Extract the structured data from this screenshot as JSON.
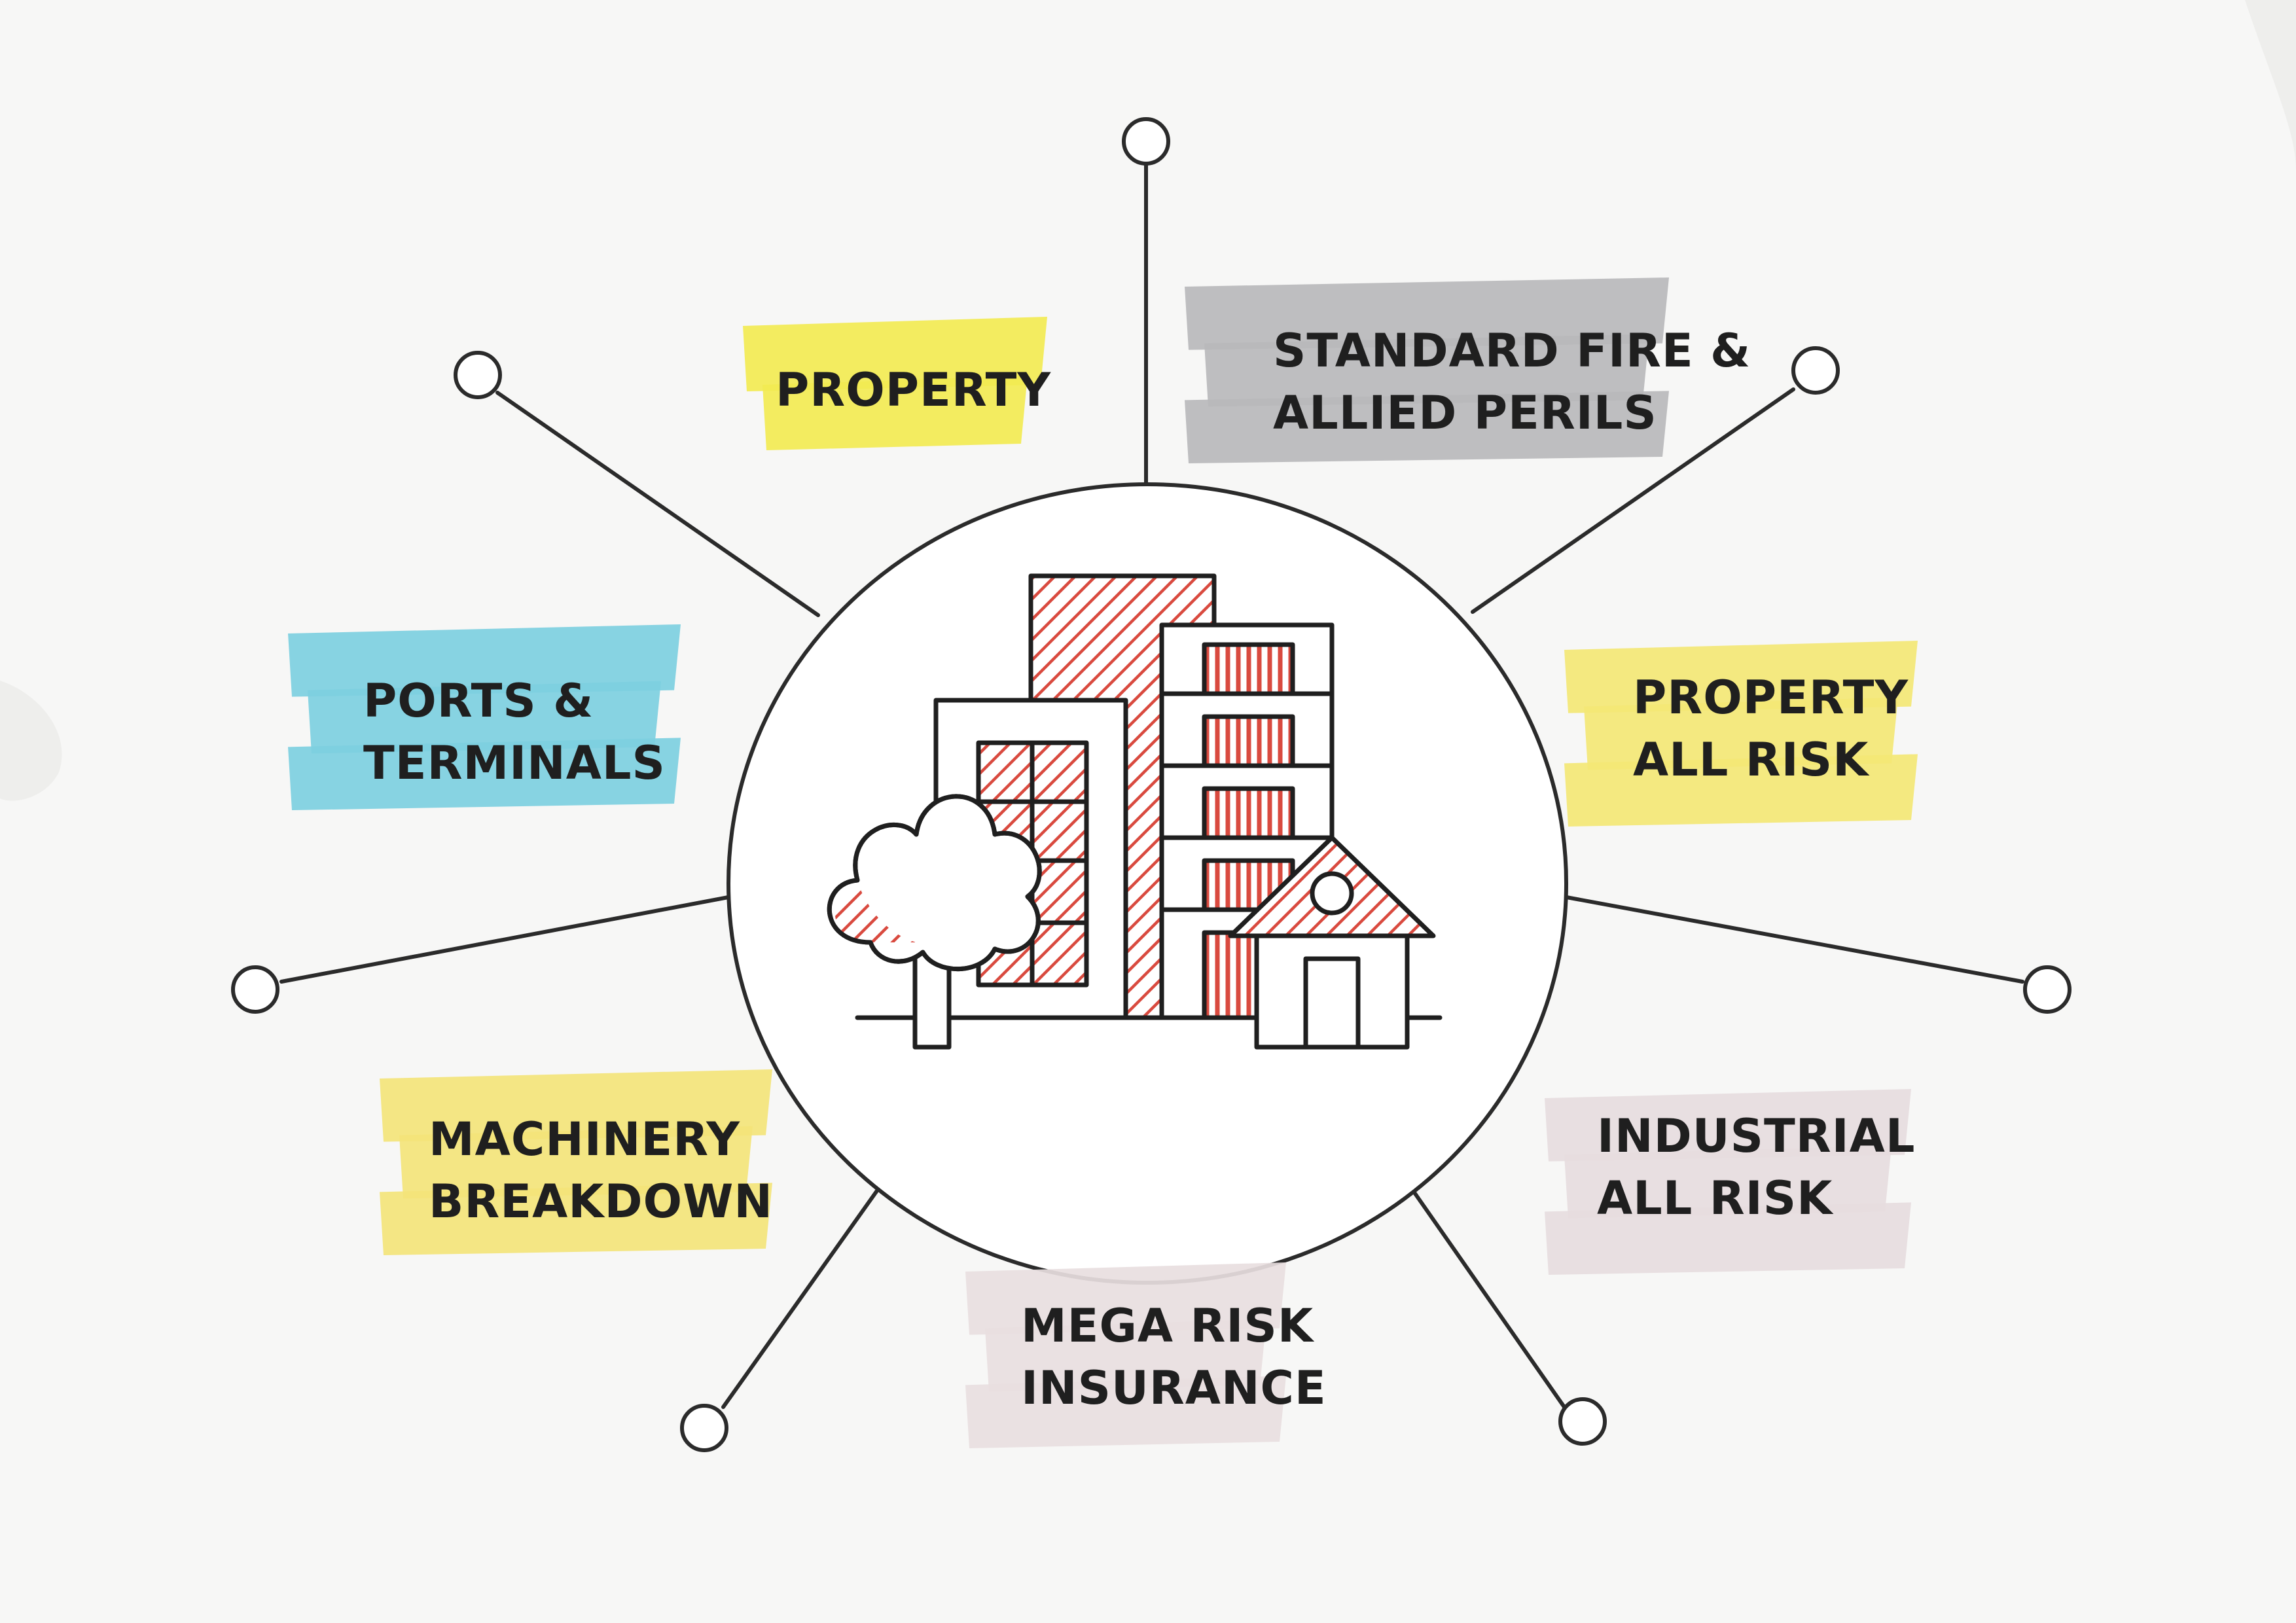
{
  "diagram": {
    "labels": [
      {
        "id": "property",
        "lines": [
          "PROPERTY"
        ],
        "color": "#f2ea52"
      },
      {
        "id": "standard-fire",
        "lines": [
          "STANDARD FIRE &",
          "ALLIED PERILS"
        ],
        "color": "#b9b9bb"
      },
      {
        "id": "ports-terminals",
        "lines": [
          "PORTS &",
          "TERMINALS"
        ],
        "color": "#7dcfdf"
      },
      {
        "id": "property-all-risk",
        "lines": [
          "PROPERTY",
          "ALL RISK"
        ],
        "color": "#f3e775"
      },
      {
        "id": "machinery-breakdown",
        "lines": [
          "MACHINERY",
          "BREAKDOWN"
        ],
        "color": "#f3e47a"
      },
      {
        "id": "industrial-all-risk",
        "lines": [
          "INDUSTRIAL",
          "ALL RISK"
        ],
        "color": "#e6dcde"
      },
      {
        "id": "mega-risk",
        "lines": [
          "MEGA RISK",
          "INSURANCE"
        ],
        "color": "#e8dedf"
      }
    ],
    "accent_color": "#d94a3f",
    "line_color": "#2b2b2b",
    "center_icon": "city-buildings-icon"
  }
}
